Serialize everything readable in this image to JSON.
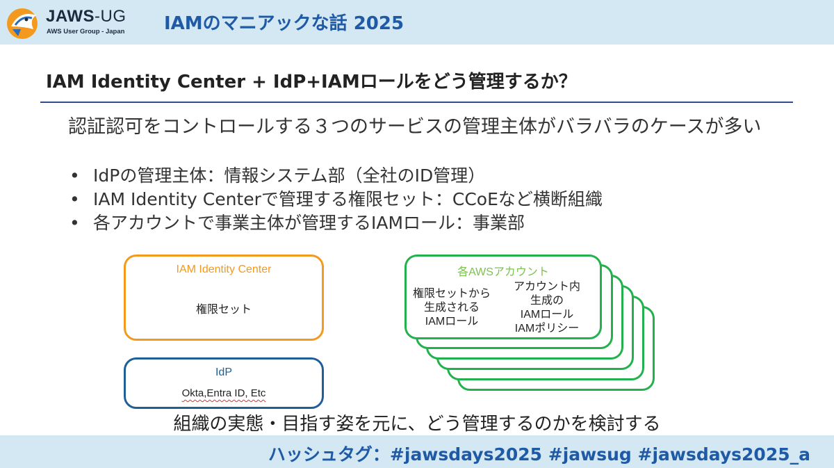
{
  "header": {
    "logo_word": "JAWS",
    "logo_ug": "-UG",
    "logo_sub": "AWS User Group - Japan",
    "event_title": "IAMのマニアックな話 2025"
  },
  "slide": {
    "title": "IAM Identity Center + IdP+IAMロールをどう管理するか？",
    "lead": "認証認可をコントロールする３つのサービスの管理主体がバラバラのケースが多い",
    "bullet_marker": "•",
    "bullets": [
      "IdPの管理主体：情報システム部（全社のID管理）",
      "IAM Identity Centerで管理する権限セット：CCoEなど横断組織",
      "各アカウントで事業主体が管理するIAMロール：事業部"
    ]
  },
  "diagram": {
    "iic": {
      "label": "IAM Identity Center",
      "body": "権限セット"
    },
    "idp": {
      "label": "IdP",
      "body": "Okta,Entra ID, Etc"
    },
    "accounts": {
      "label": "各AWSアカウント",
      "left_lines": [
        "権限セットから",
        "生成される",
        "IAMロール"
      ],
      "right_lines": [
        "アカウント内",
        "生成の",
        "IAMロール",
        "IAMポリシー"
      ]
    }
  },
  "conclusion": "組織の実態・目指す姿を元に、どう管理するのかを検討する",
  "footer": {
    "hashtags": "ハッシュタグ：#jawsdays2025 #jawsug #jawsdays2025_a"
  },
  "colors": {
    "header_bg": "#d3e8f3",
    "title_blue": "#1f5aa6",
    "iic_orange": "#f39a1e",
    "idp_blue": "#1f5f96",
    "account_green": "#22b14c"
  }
}
